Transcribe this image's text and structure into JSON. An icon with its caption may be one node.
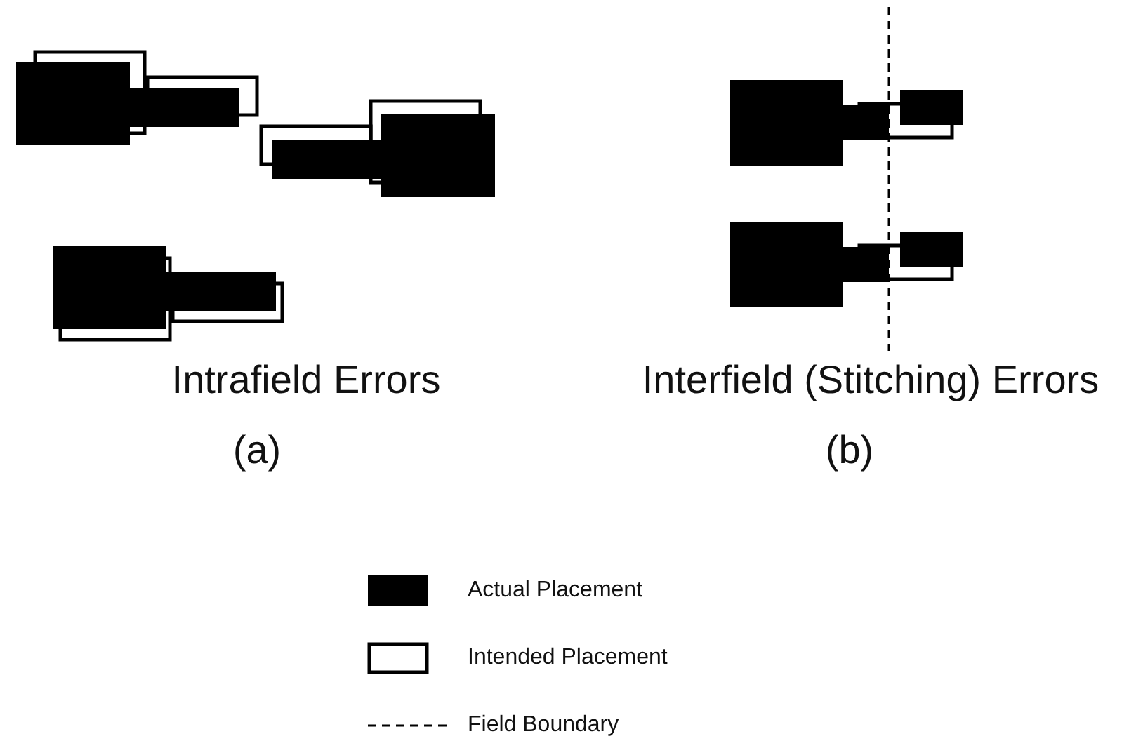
{
  "diagram": {
    "labels": [
      "Intrafield Errors",
      "(a)",
      "Interfield (Stitching) Errors",
      "(b)"
    ],
    "legend": [
      {
        "text": "Actual Placement",
        "color": "#000000"
      },
      {
        "text": "Intended Placement"
      },
      {
        "text": "Field Boundary"
      }
    ]
  }
}
